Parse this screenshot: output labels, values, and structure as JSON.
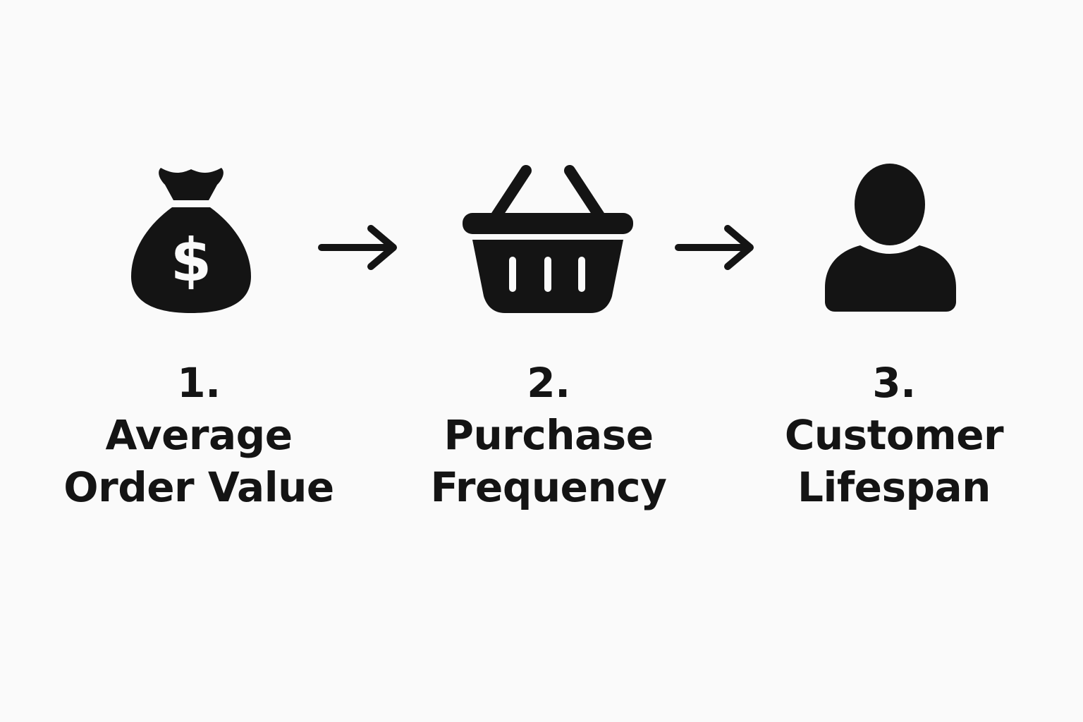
{
  "colors": {
    "background": "#fafafa",
    "ink": "#141414"
  },
  "steps": [
    {
      "number": "1.",
      "line1": "Average",
      "line2": "Order Value",
      "icon": "money-bag-icon"
    },
    {
      "number": "2.",
      "line1": "Purchase",
      "line2": "Frequency",
      "icon": "shopping-basket-icon"
    },
    {
      "number": "3.",
      "line1": "Customer",
      "line2": "Lifespan",
      "icon": "user-icon"
    }
  ],
  "connectors": [
    "arrow-right-icon",
    "arrow-right-icon"
  ]
}
